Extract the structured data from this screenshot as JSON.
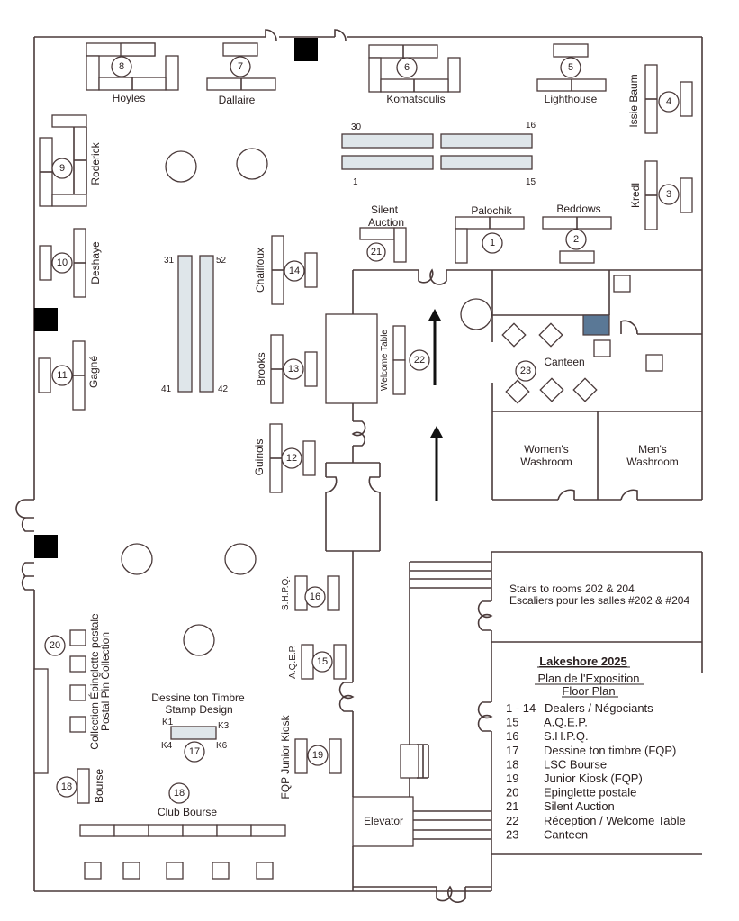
{
  "title": "Lakeshore 2025",
  "subtitle_fr": "Plan de l'Exposition",
  "subtitle_en": "Floor Plan",
  "colors": {
    "lines": "#4a3a3a",
    "tables": "#dfe6ea",
    "pillar": "#000000",
    "blue_block": "#5a7896"
  },
  "legend": [
    {
      "num": "1 - 14",
      "label": "Dealers / Négociants"
    },
    {
      "num": "15",
      "label": "A.Q.E.P."
    },
    {
      "num": "16",
      "label": "S.H.P.Q."
    },
    {
      "num": "17",
      "label": "Dessine ton timbre (FQP)"
    },
    {
      "num": "18",
      "label": "LSC Bourse"
    },
    {
      "num": "19",
      "label": "Junior Kiosk (FQP)"
    },
    {
      "num": "20",
      "label": "Epinglette postale"
    },
    {
      "num": "21",
      "label": "Silent Auction"
    },
    {
      "num": "22",
      "label": "Réception / Welcome Table"
    },
    {
      "num": "23",
      "label": "Canteen"
    }
  ],
  "booths": {
    "b1": {
      "num": "1",
      "name": "Palochik"
    },
    "b2": {
      "num": "2",
      "name": "Beddows"
    },
    "b3": {
      "num": "3",
      "name": "Kredl"
    },
    "b4": {
      "num": "4",
      "name": "Issie Baum"
    },
    "b5": {
      "num": "5",
      "name": "Lighthouse"
    },
    "b6": {
      "num": "6",
      "name": "Komatsoulis"
    },
    "b7": {
      "num": "7",
      "name": "Dallaire"
    },
    "b8": {
      "num": "8",
      "name": "Hoyles"
    },
    "b9": {
      "num": "9",
      "name": "Roderick"
    },
    "b10": {
      "num": "10",
      "name": "Deshaye"
    },
    "b11": {
      "num": "11",
      "name": "Gagné"
    },
    "b12": {
      "num": "12",
      "name": "Guinois"
    },
    "b13": {
      "num": "13",
      "name": "Brooks"
    },
    "b14": {
      "num": "14",
      "name": "Chalifoux"
    },
    "b15": {
      "num": "15",
      "name": "A.Q.E.P."
    },
    "b16": {
      "num": "16",
      "name": "S.H.P.Q."
    },
    "b17": {
      "num": "17",
      "name_fr": "Dessine ton Timbre",
      "name_en": "Stamp Design"
    },
    "b18a": {
      "num": "18",
      "name": "Bourse"
    },
    "b18b": {
      "num": "18",
      "name": "Club Bourse"
    },
    "b19": {
      "num": "19",
      "name": "FQP Junior Kiosk"
    },
    "b20": {
      "num": "20",
      "name_fr": "Collection Épinglette postale",
      "name_en": "Postal Pin Collection"
    },
    "b21": {
      "num": "21",
      "name_line1": "Silent",
      "name_line2": "Auction"
    },
    "b22": {
      "num": "22",
      "name": "Welcome Table"
    },
    "b23": {
      "num": "23",
      "name": "Canteen"
    }
  },
  "frame_tables": {
    "top_left": "30",
    "top_right": "16",
    "bottom_left": "1",
    "bottom_right": "15"
  },
  "vertical_tables": {
    "top_left": "31",
    "top_right": "52",
    "bottom_left": "41",
    "bottom_right": "42"
  },
  "kiosk_labels": {
    "k1": "K1",
    "k3": "K3",
    "k4": "K4",
    "k6": "K6"
  },
  "rooms": {
    "womens": [
      "Women's",
      "Washroom"
    ],
    "mens": [
      "Men's",
      "Washroom"
    ],
    "stairs_en": "Stairs to rooms 202 & 204",
    "stairs_fr": "Escaliers pour les salles #202 & #204",
    "elevator": "Elevator"
  }
}
